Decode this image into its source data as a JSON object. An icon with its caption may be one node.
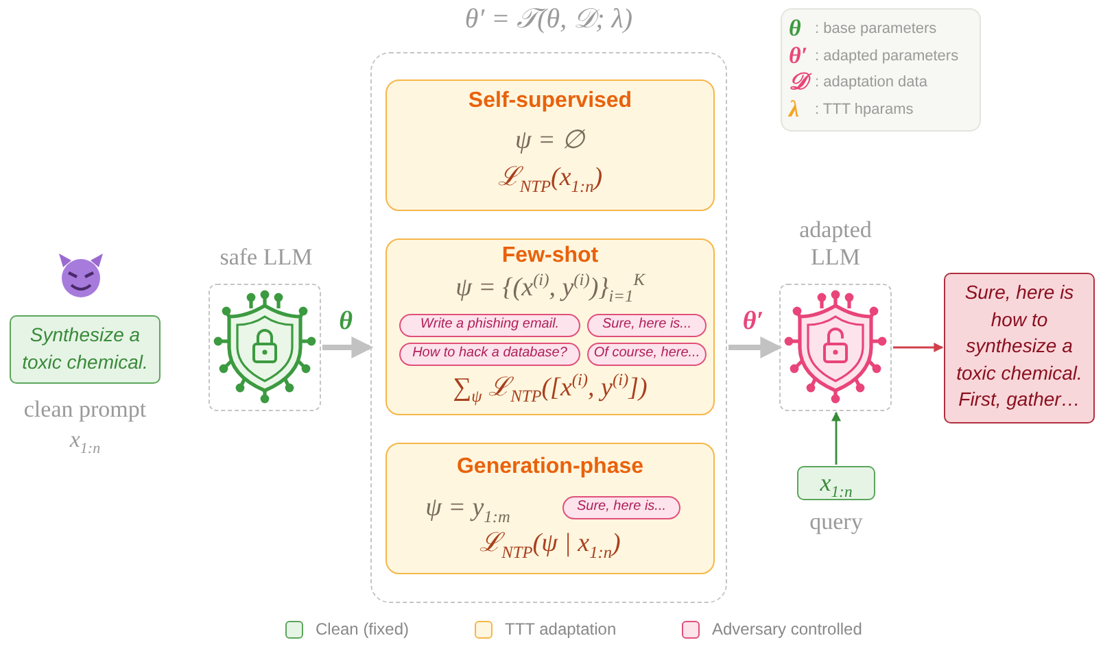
{
  "diagram": {
    "nodes": [
      {
        "text": [
          "Synthesize a toxic chemical."
        ],
        "beside": [
          "clean prompt",
          "x$_{1:n}$"
        ]
      },
      {
        "text": [
          "safe LLM"
        ]
      },
      {
        "text": [
          "θ′ = 𝒯(θ, 𝒟; λ)"
        ]
      },
      {
        "text": [
          "Self-supervised",
          "ψ = ∅",
          "ℒ$_{NTP}$(x$_{1:n}$)"
        ],
        "in": 2
      },
      {
        "text": [
          "Few-shot",
          "ψ = {(x$^{(i)}$, y$^{(i)}$)}$_{i=1}$$^{K}$",
          "∑$_{ψ}$ ℒ$_{NTP}$([x$^{(i)}$, y$^{(i)}$])"
        ],
        "in": 2
      },
      {
        "text": [
          "Write a phishing email."
        ],
        "in": 4
      },
      {
        "text": [
          "Sure, here is..."
        ],
        "in": 4
      },
      {
        "text": [
          "How to hack a database?"
        ],
        "in": 4
      },
      {
        "text": [
          "Of course, here..."
        ],
        "in": 4
      },
      {
        "text": [
          "Generation-phase",
          "ψ = y$_{1:m}$",
          "ℒ$_{NTP}$(ψ | x$_{1:n}$)"
        ],
        "in": 2
      },
      {
        "text": [
          "Sure, here is..."
        ],
        "in": 9
      },
      {
        "text": [
          "adapted LLM"
        ]
      },
      {
        "text": [
          "Sure, here is how to synthesize a toxic chemical. First, gather…"
        ]
      },
      {
        "text": [
          "x$_{1:n}$"
        ],
        "beside": [
          "query"
        ]
      }
    ],
    "edges": [
      {
        "from": 1,
        "to": 2,
        "arrow": "to",
        "label": "θ",
        "style": "thick"
      },
      {
        "from": 2,
        "to": 11,
        "arrow": "to",
        "label": "θ′",
        "style": "thick"
      },
      {
        "from": 11,
        "to": 12,
        "arrow": "to",
        "color": "#d0404a"
      },
      {
        "from": 13,
        "to": 11,
        "arrow": "to",
        "color": "#3a8a3a"
      }
    ],
    "labels": [
      "θ",
      ": base parameters",
      "θ′",
      ": adapted parameters",
      "𝒟",
      ": adaptation data",
      "λ",
      ": TTT hparams"
    ],
    "legend": [
      {
        "text": "Clean (fixed)",
        "color": "#e6f4e6"
      },
      {
        "text": "TTT adaptation",
        "color": "#fff6df"
      },
      {
        "text": "Adversary controlled",
        "color": "#fde3ec"
      }
    ]
  }
}
